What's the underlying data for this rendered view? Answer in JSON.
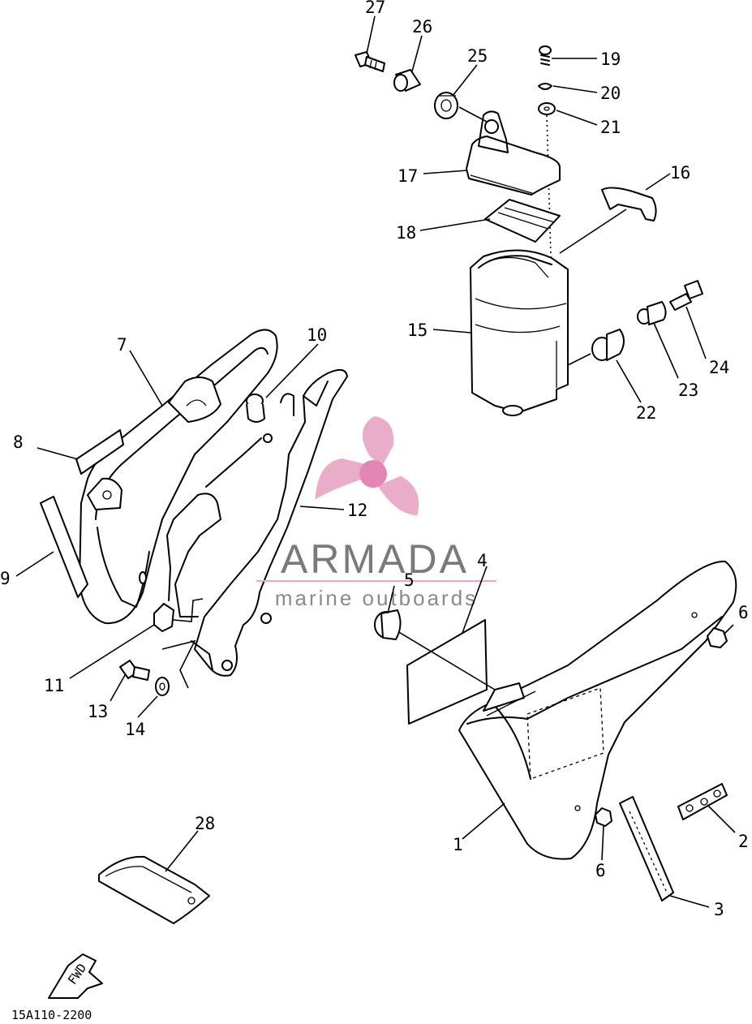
{
  "callouts": [
    {
      "label": "1"
    },
    {
      "label": "2"
    },
    {
      "label": "3"
    },
    {
      "label": "4"
    },
    {
      "label": "5"
    },
    {
      "label": "6"
    },
    {
      "label": "6"
    },
    {
      "label": "7"
    },
    {
      "label": "8"
    },
    {
      "label": "9"
    },
    {
      "label": "10"
    },
    {
      "label": "11"
    },
    {
      "label": "12"
    },
    {
      "label": "13"
    },
    {
      "label": "14"
    },
    {
      "label": "15"
    },
    {
      "label": "16"
    },
    {
      "label": "17"
    },
    {
      "label": "18"
    },
    {
      "label": "19"
    },
    {
      "label": "20"
    },
    {
      "label": "21"
    },
    {
      "label": "22"
    },
    {
      "label": "23"
    },
    {
      "label": "24"
    },
    {
      "label": "25"
    },
    {
      "label": "26"
    },
    {
      "label": "27"
    },
    {
      "label": "28"
    }
  ],
  "drawing_code": "15A110-2200",
  "fwd_mark": "FWD",
  "watermark": {
    "name": "ARMADA",
    "tagline": "marine outboards",
    "logo_color": "#e8a9c8",
    "logo_hub_color": "#e27fb2",
    "text_color": "#7a7a7a"
  }
}
